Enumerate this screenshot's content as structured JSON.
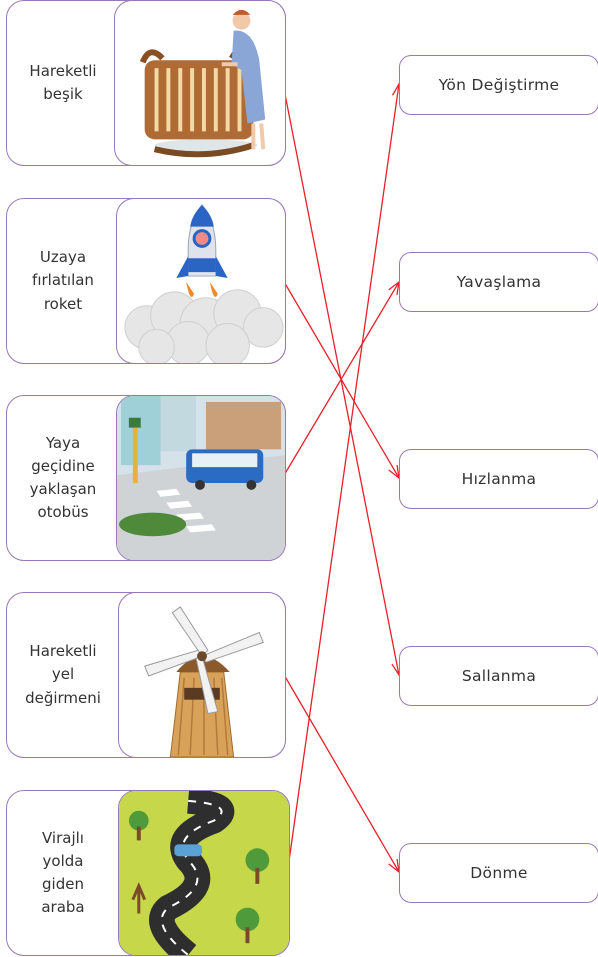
{
  "cards": [
    {
      "label": "Hareketli\nbeşik",
      "image": "rocking-cradle-illustration"
    },
    {
      "label": "Uzaya\nfırlatılan\nroket",
      "image": "rocket-launch-illustration"
    },
    {
      "label": "Yaya\ngeçidine\nyaklaşan\notobüs",
      "image": "bus-at-crosswalk-illustration"
    },
    {
      "label": "Hareketli\nyel\ndeğirmeni",
      "image": "windmill-illustration"
    },
    {
      "label": "Virajlı\nyolda\ngiden\naraba",
      "image": "winding-road-car-illustration"
    }
  ],
  "answers": [
    {
      "label": "Yön Değiştirme"
    },
    {
      "label": "Yavaşlama"
    },
    {
      "label": "Hızlanma"
    },
    {
      "label": "Sallanma"
    },
    {
      "label": "Dönme"
    }
  ],
  "connections": [
    {
      "card": "Hareketli beşik",
      "answer": "Sallanma"
    },
    {
      "card": "Uzaya fırlatılan roket",
      "answer": "Hızlanma"
    },
    {
      "card": "Yaya geçidine yaklaşan otobüs",
      "answer": "Yavaşlama"
    },
    {
      "card": "Hareketli yel değirmeni",
      "answer": "Dönme"
    },
    {
      "card": "Virajlı yolda giden araba",
      "answer": "Yön Değiştirme"
    }
  ],
  "colors": {
    "border": "#9a78b8",
    "connector": "#e8202a",
    "text": "#333333"
  }
}
